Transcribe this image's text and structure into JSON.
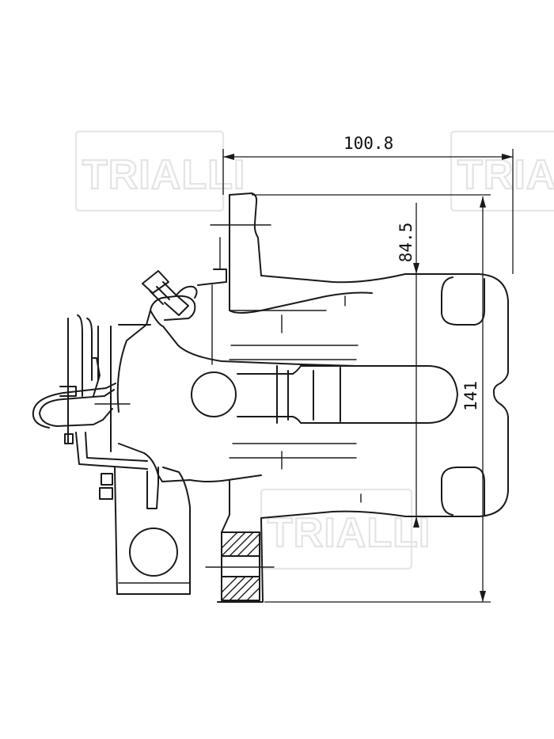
{
  "watermarks": {
    "brand": "TRIALLI"
  },
  "dimensions": {
    "width_top": "100.8",
    "height_inner": "84.5",
    "height_overall": "141"
  },
  "colors": {
    "line": "#1a1a1a",
    "watermark": "#e4e4e4",
    "background": "#ffffff"
  }
}
